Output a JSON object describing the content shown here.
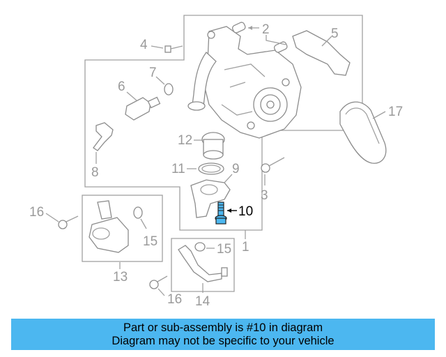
{
  "callouts": {
    "c1": "1",
    "c2": "2",
    "c3": "3",
    "c4": "4",
    "c5": "5",
    "c6": "6",
    "c7": "7",
    "c8": "8",
    "c9": "9",
    "c10": "10",
    "c11": "11",
    "c12": "12",
    "c13": "13",
    "c14": "14",
    "c15a": "15",
    "c15b": "15",
    "c16a": "16",
    "c16b": "16",
    "c17": "17"
  },
  "highlighted_part": "10",
  "colors": {
    "banner": "#4cb7f0",
    "highlight_part": "#4cb7f0",
    "lines": "#a0a0a0",
    "labels": "#9a9a9a"
  },
  "banner": {
    "line1": "Part or sub-assembly is #10 in diagram",
    "line2": "Diagram may not be specific to your vehicle"
  }
}
